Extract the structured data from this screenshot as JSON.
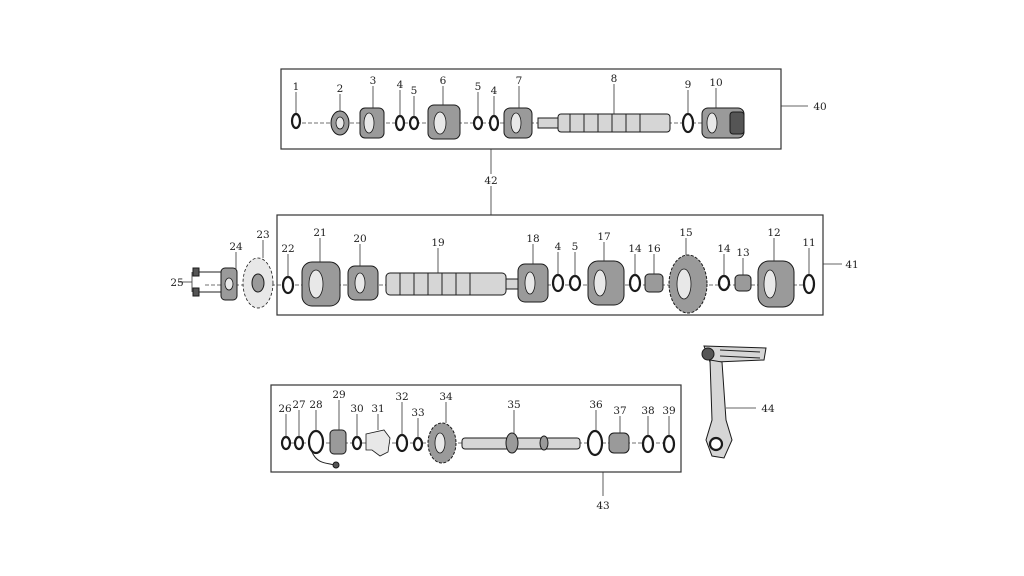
{
  "labels": {
    "p1": "1",
    "p2": "2",
    "p3": "3",
    "p4a": "4",
    "p5a": "5",
    "p6": "6",
    "p5b": "5",
    "p4b": "4",
    "p7": "7",
    "p8": "8",
    "p9": "9",
    "p10": "10",
    "p40": "40",
    "p42": "42",
    "p22": "22",
    "p21": "21",
    "p20": "20",
    "p19": "19",
    "p18": "18",
    "p4c": "4",
    "p5c": "5",
    "p17": "17",
    "p14a": "14",
    "p16": "16",
    "p15": "15",
    "p14b": "14",
    "p13": "13",
    "p12": "12",
    "p11": "11",
    "p41": "41",
    "p24": "24",
    "p23": "23",
    "p25": "25",
    "p26": "26",
    "p27": "27",
    "p28": "28",
    "p29": "29",
    "p30": "30",
    "p31": "31",
    "p32": "32",
    "p33": "33",
    "p34": "34",
    "p35": "35",
    "p36": "36",
    "p37": "37",
    "p38": "38",
    "p39": "39",
    "p43": "43",
    "p44": "44"
  }
}
